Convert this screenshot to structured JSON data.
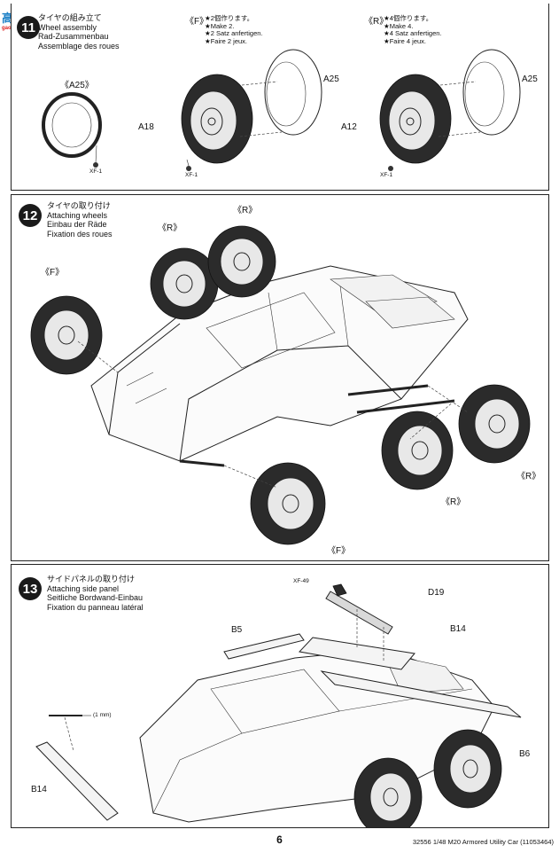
{
  "watermark": {
    "text": "高手网",
    "sub": "gaoshou.net"
  },
  "step11": {
    "number": "11",
    "title": {
      "jp": "タイヤの組み立て",
      "en": "Wheel assembly",
      "de": "Rad-Zusammenbau",
      "fr": "Assemblage des roues"
    },
    "left_part": "《A25》",
    "left_paint": "XF-1",
    "f_group": {
      "tag": "《F》",
      "notes": [
        "★2個作ります。",
        "★Make 2.",
        "★2 Satz anfertigen.",
        "★Faire 2 jeux."
      ],
      "part_a": "A25",
      "part_b": "A18",
      "paint": "XF-1"
    },
    "r_group": {
      "tag": "《R》",
      "notes": [
        "★4個作ります。",
        "★Make 4.",
        "★4 Satz anfertigen.",
        "★Faire 4 jeux."
      ],
      "part_a": "A25",
      "part_b": "A12",
      "paint": "XF-1"
    }
  },
  "step12": {
    "number": "12",
    "title": {
      "jp": "タイヤの取り付け",
      "en": "Attaching wheels",
      "de": "Einbau der Räde",
      "fr": "Fixation des roues"
    },
    "tags": {
      "r1": "《R》",
      "r2": "《R》",
      "f1": "《F》",
      "r3": "《R》",
      "r4": "《R》",
      "f2": "《F》"
    }
  },
  "step13": {
    "number": "13",
    "title": {
      "jp": "サイドパネルの取り付け",
      "en": "Attaching side panel",
      "de": "Seitliche Bordwand-Einbau",
      "fr": "Fixation du panneau latéral"
    },
    "paint": "XF-49",
    "parts": {
      "d19": "D19",
      "b5": "B5",
      "b14": "B14",
      "b6": "B6",
      "b14_left": "B14"
    },
    "drill": "(1 mm)"
  },
  "footer": {
    "page": "6",
    "code": "32556 1/48 M20 Armored Utility Car (11053464)"
  }
}
